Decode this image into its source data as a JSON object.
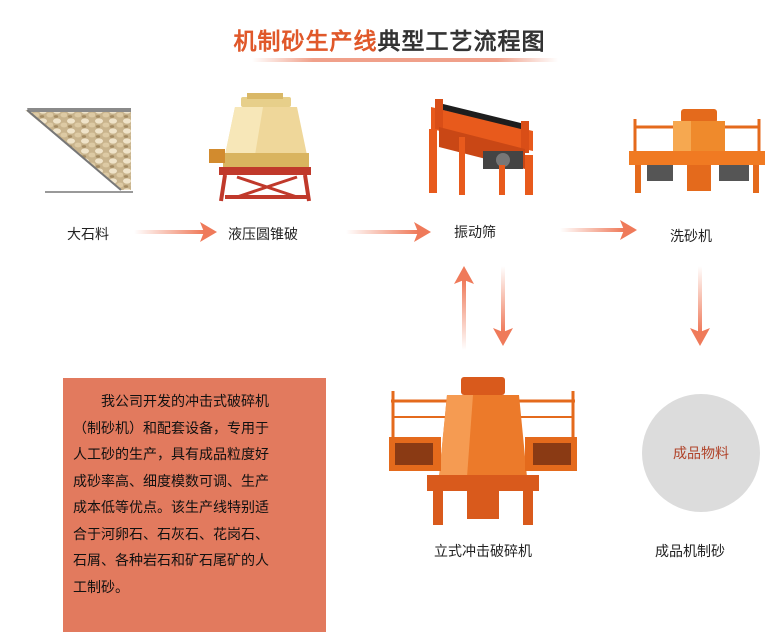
{
  "title": {
    "highlight": "机制砂生产线",
    "rest": "典型工艺流程图"
  },
  "stages": {
    "raw": "大石料",
    "cone_crusher": "液压圆锥破",
    "screen": "振动筛",
    "sand_washer": "洗砂机",
    "impact_crusher": "立式冲击破碎机",
    "product": "成品机制砂"
  },
  "product_circle": "成品物料",
  "description": [
    "　　我公司开发的冲击式破碎机",
    "（制砂机）和配套设备，专用于",
    "人工砂的生产，具有成品粒度好",
    "成砂率高、细度模数可调、生产",
    "成本低等优点。该生产线特别适",
    "合于河卵石、石灰石、花岗石、",
    "石屑、各种岩石和矿石尾矿的人",
    "工制砂。"
  ],
  "colors": {
    "accent": "#e0582a",
    "arrow": "#ef7a5a",
    "description_bg": "#e27a5e",
    "circle": "#dcdcdc"
  }
}
